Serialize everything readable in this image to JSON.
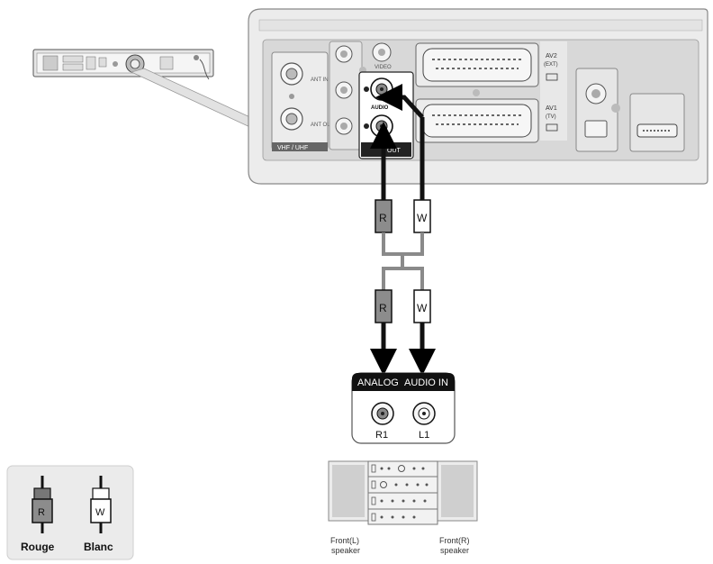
{
  "panel": {
    "video_label": "VIDEO",
    "audio_label": "AUDIO",
    "out_label": "OUT",
    "vhf_uhf_label": "VHF / UHF",
    "ant_in_label": "ANT IN",
    "ant_out_label": "ANT OUT",
    "av2_line1": "AV2",
    "av2_line2": "(EXT)",
    "av1_line1": "AV1",
    "av1_line2": "(TV)"
  },
  "cables": {
    "upper_red_letter": "R",
    "upper_white_letter": "W",
    "lower_red_letter": "R",
    "lower_white_letter": "W"
  },
  "amplifier": {
    "header_left": "ANALOG",
    "header_right": "AUDIO IN",
    "jack_right_label": "R1",
    "jack_left_label": "L1"
  },
  "speakers": {
    "left_line1": "Front(L)",
    "left_line2": "speaker",
    "right_line1": "Front(R)",
    "right_line2": "speaker"
  },
  "legend": {
    "red_letter": "R",
    "white_letter": "W",
    "red_caption": "Rouge",
    "white_caption": "Blanc"
  },
  "colors": {
    "panel_outer": "#ececec",
    "panel_inner": "#d5d5d5",
    "cable_gray": "#8a8a8a",
    "red_plug": "#8c8c8c",
    "white_plug": "#ffffff",
    "dark": "#111111"
  }
}
